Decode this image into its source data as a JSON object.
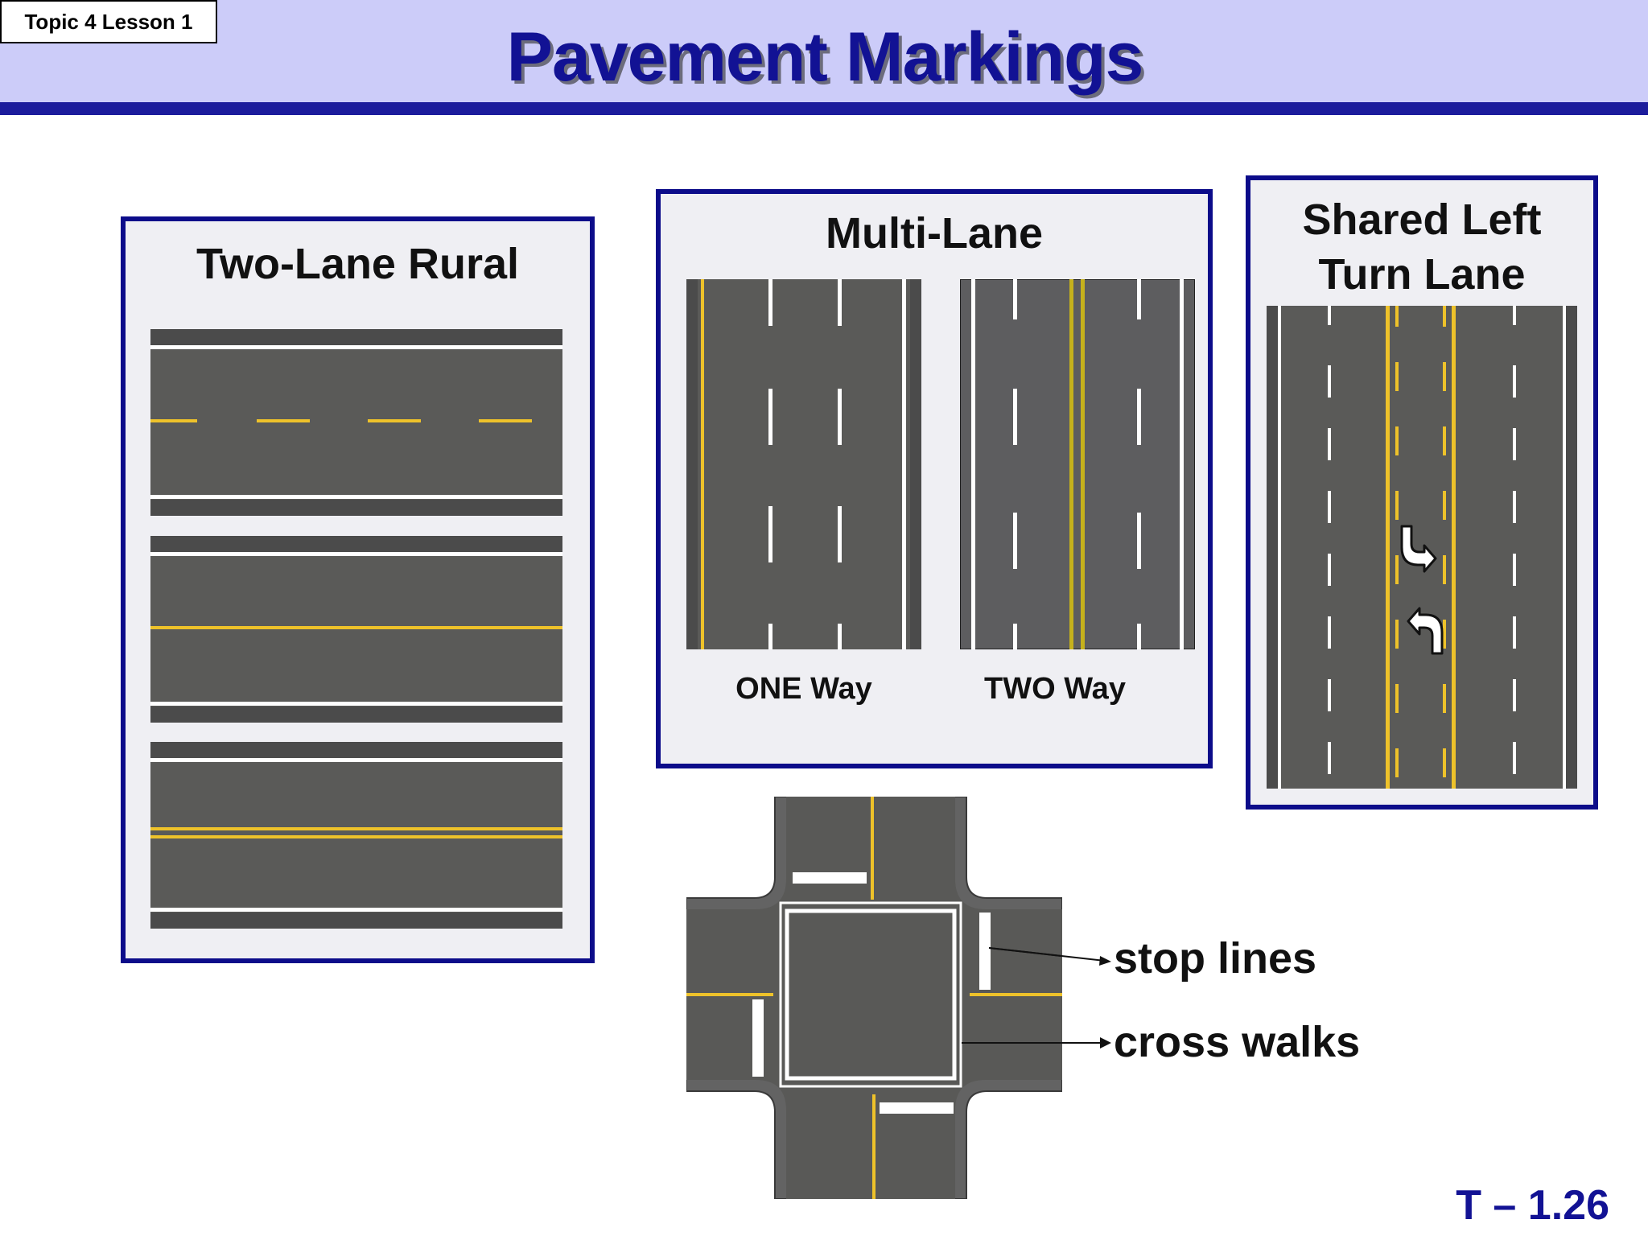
{
  "header": {
    "lesson_tag": "Topic 4 Lesson 1",
    "title": "Pavement Markings"
  },
  "panels": {
    "two_lane_rural": {
      "title": "Two-Lane Rural"
    },
    "multi_lane": {
      "title": "Multi-Lane",
      "captions": [
        "ONE Way",
        "TWO Way"
      ]
    },
    "shared_left": {
      "title_lines": [
        "Shared Left",
        "Turn Lane"
      ]
    }
  },
  "intersection": {
    "labels": [
      "stop lines",
      "cross walks"
    ]
  },
  "footer": {
    "slide_number": "T – 1.26"
  },
  "colors": {
    "header_bg": "#ccccf9",
    "header_rule": "#1c1c9c",
    "title_text": "#121294",
    "panel_border": "#0c0c8a",
    "panel_bg": "#efeff3",
    "asphalt": "#5a5a58",
    "asphalt_dark": "#4b4b4b",
    "lane_white": "#ffffff",
    "lane_yellow": "#eec22a"
  }
}
